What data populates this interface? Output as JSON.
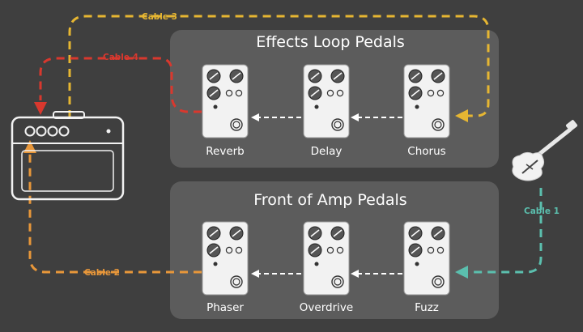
{
  "colors": {
    "background": "#3f3f3f",
    "panel": "#5c5c5c",
    "pedal_fill": "#f2f2f2",
    "knob_fill": "#555555",
    "cable_1": "#5bbfae",
    "cable_2": "#e8973a",
    "cable_3": "#e6b632",
    "cable_4": "#d9382e"
  },
  "groups": {
    "effects_loop": {
      "title": "Effects Loop Pedals",
      "pedals": [
        "Reverb",
        "Delay",
        "Chorus"
      ]
    },
    "front_of_amp": {
      "title": "Front of Amp Pedals",
      "pedals": [
        "Phaser",
        "Overdrive",
        "Fuzz"
      ]
    }
  },
  "cables": {
    "cable_1": "Cable 1",
    "cable_2": "Cable 2",
    "cable_3": "Cable 3",
    "cable_4": "Cable 4"
  },
  "icons": {
    "amp": "amplifier-icon",
    "guitar": "electric-guitar-icon",
    "pedal": "stompbox-pedal-icon"
  }
}
